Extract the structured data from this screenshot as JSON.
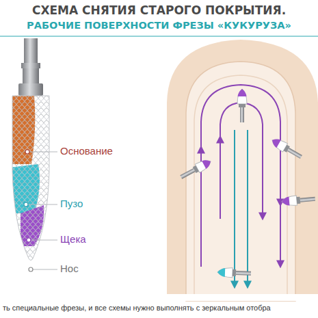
{
  "diagram": {
    "title": "СХЕМА СНЯТИЯ СТАРОГО ПОКРЫТИЯ.",
    "caption": "ть специальные фрезы, и все схемы нужно выполнять с зеркальным отобра",
    "labels": [
      "РАБОЧИЕ ПОВЕРХНОСТИ ФРЕЗЫ «КУКУРУЗА»",
      "Основание",
      "Пузо",
      "Щека",
      "Нос"
    ]
  }
}
